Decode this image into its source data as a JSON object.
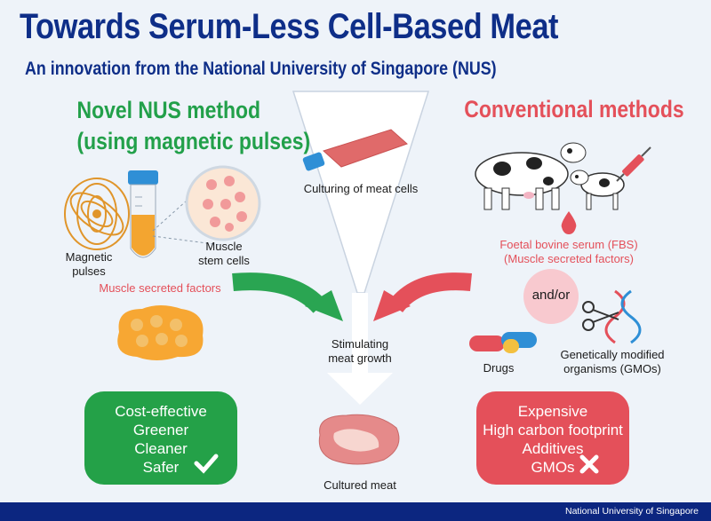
{
  "header": {
    "title": "Towards Serum-Less Cell-Based Meat",
    "subtitle": "An innovation from the National University of Singapore (NUS)"
  },
  "left": {
    "heading_line1": "Novel NUS method",
    "heading_line2": "(using magnetic pulses)",
    "magnetic_label": "Magnetic\npulses",
    "muscle_label": "Muscle\nstem cells",
    "secreted_label": "Muscle secreted factors",
    "benefits": [
      "Cost-effective",
      "Greener",
      "Cleaner",
      "Safer"
    ]
  },
  "center": {
    "culturing_label": "Culturing of meat cells",
    "stimulating_label": "Stimulating\nmeat growth",
    "cultured_label": "Cultured meat"
  },
  "right": {
    "heading": "Conventional methods",
    "fbs_label": "Foetal bovine serum (FBS)\n(Muscle secreted factors)",
    "andor_label": "and/or",
    "drugs_label": "Drugs",
    "gmo_label": "Genetically modified\norganisms (GMOs)",
    "drawbacks": [
      "Expensive",
      "High carbon footprint",
      "Additives",
      "GMOs"
    ]
  },
  "footer": {
    "text": "National University of Singapore"
  },
  "colors": {
    "navy": "#0e2e88",
    "green": "#22a04a",
    "red": "#e4505a",
    "pink_circle": "#f8c9cf"
  },
  "icons": [
    "magnetic-coil-icon",
    "test-tube-icon",
    "petri-flask-icon",
    "cow-icon",
    "syringe-icon",
    "blood-drop-icon",
    "dna-scissors-icon",
    "pill-icon",
    "meat-steak-icon",
    "checkmark-icon",
    "cross-icon"
  ]
}
